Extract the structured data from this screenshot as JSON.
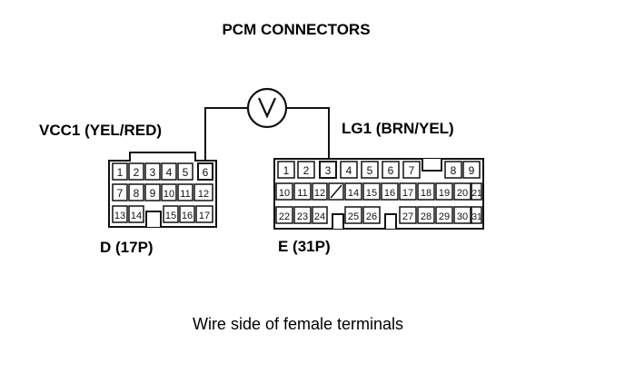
{
  "title": "PCM CONNECTORS",
  "caption": "Wire side of female terminals",
  "meter_symbol": "voltmeter-icon",
  "connectors": {
    "d": {
      "name": "D (17P)",
      "probe_label": "VCC1 (YEL/RED)",
      "probe_terminal": "6",
      "terminals": [
        [
          "1",
          "2",
          "3",
          "4",
          "5",
          "6"
        ],
        [
          "7",
          "8",
          "9",
          "10",
          "11",
          "12"
        ],
        [
          "13",
          "14",
          "15",
          "16",
          "17"
        ]
      ]
    },
    "e": {
      "name": "E (31P)",
      "probe_label": "LG1 (BRN/YEL)",
      "probe_terminal": "3",
      "terminals": [
        [
          "1",
          "2",
          "3",
          "4",
          "5",
          "6",
          "7",
          "8",
          "9"
        ],
        [
          "10",
          "11",
          "12",
          "14",
          "15",
          "16",
          "17",
          "18",
          "19",
          "20",
          "21"
        ],
        [
          "22",
          "23",
          "24",
          "25",
          "26",
          "27",
          "28",
          "29",
          "30",
          "31"
        ]
      ]
    }
  },
  "colors": {
    "line": "#111111",
    "background": "#ffffff"
  }
}
